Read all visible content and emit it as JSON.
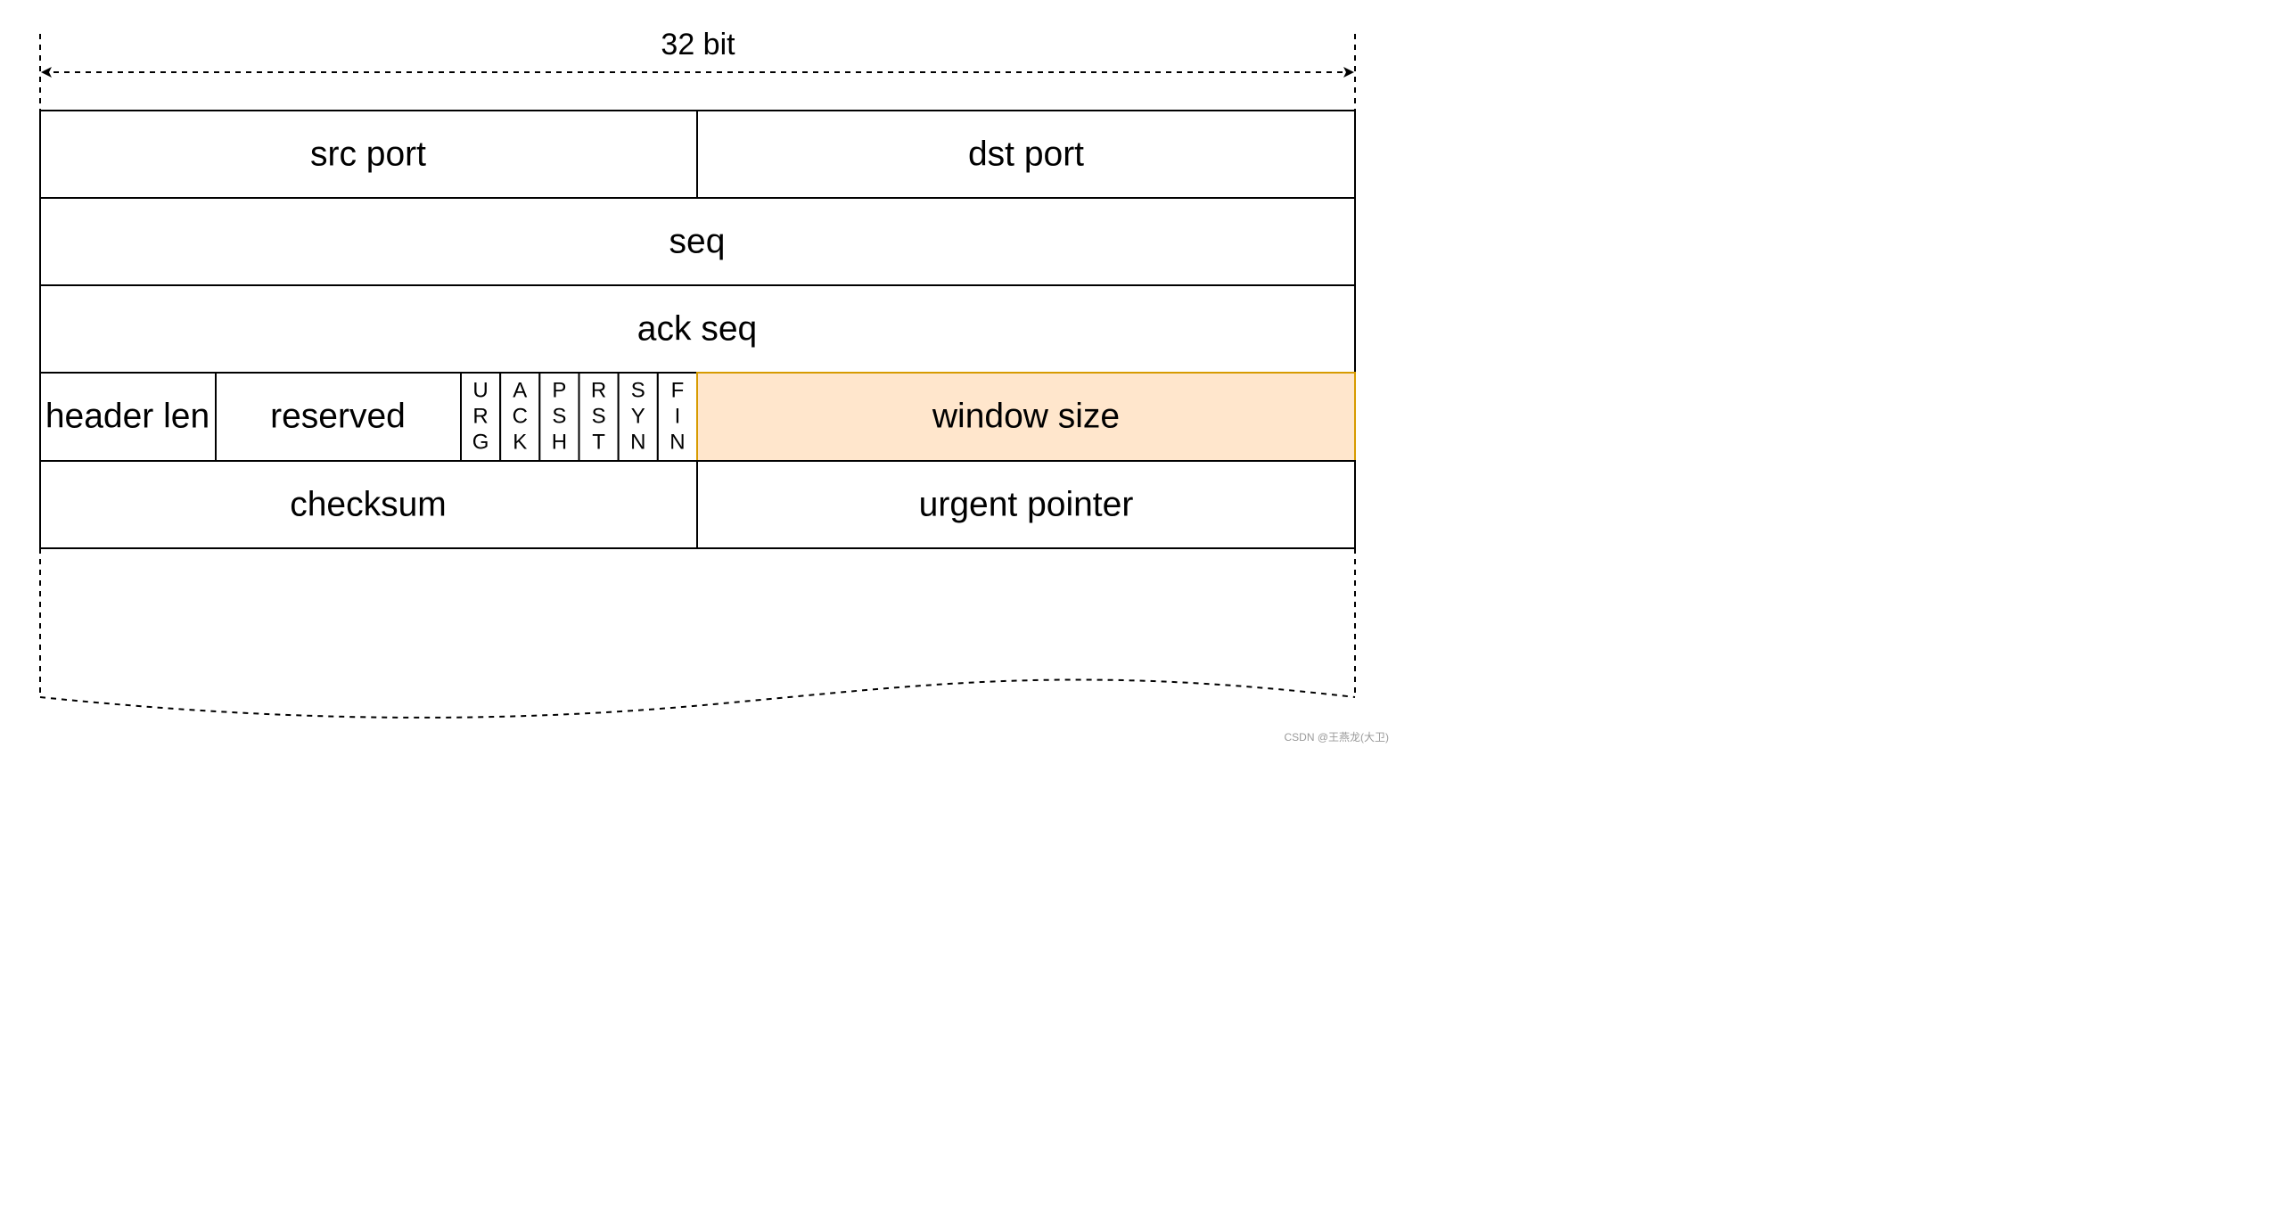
{
  "width_label": "32 bit",
  "fields": {
    "src_port": "src port",
    "dst_port": "dst port",
    "seq": "seq",
    "ack_seq": "ack seq",
    "header_len": "header len",
    "reserved": "reserved",
    "window_size": "window size",
    "checksum": "checksum",
    "urgent_pointer": "urgent pointer"
  },
  "flags": [
    {
      "name": "URG",
      "letters": [
        "U",
        "R",
        "G"
      ]
    },
    {
      "name": "ACK",
      "letters": [
        "A",
        "C",
        "K"
      ]
    },
    {
      "name": "PSH",
      "letters": [
        "P",
        "S",
        "H"
      ]
    },
    {
      "name": "RST",
      "letters": [
        "R",
        "S",
        "T"
      ]
    },
    {
      "name": "SYN",
      "letters": [
        "S",
        "Y",
        "N"
      ]
    },
    {
      "name": "FIN",
      "letters": [
        "F",
        "I",
        "N"
      ]
    }
  ],
  "colors": {
    "line": "#000000",
    "highlight_fill": "#ffe6cc",
    "highlight_stroke": "#d79b00"
  },
  "watermark": "CSDN @王燕龙(大卫)"
}
